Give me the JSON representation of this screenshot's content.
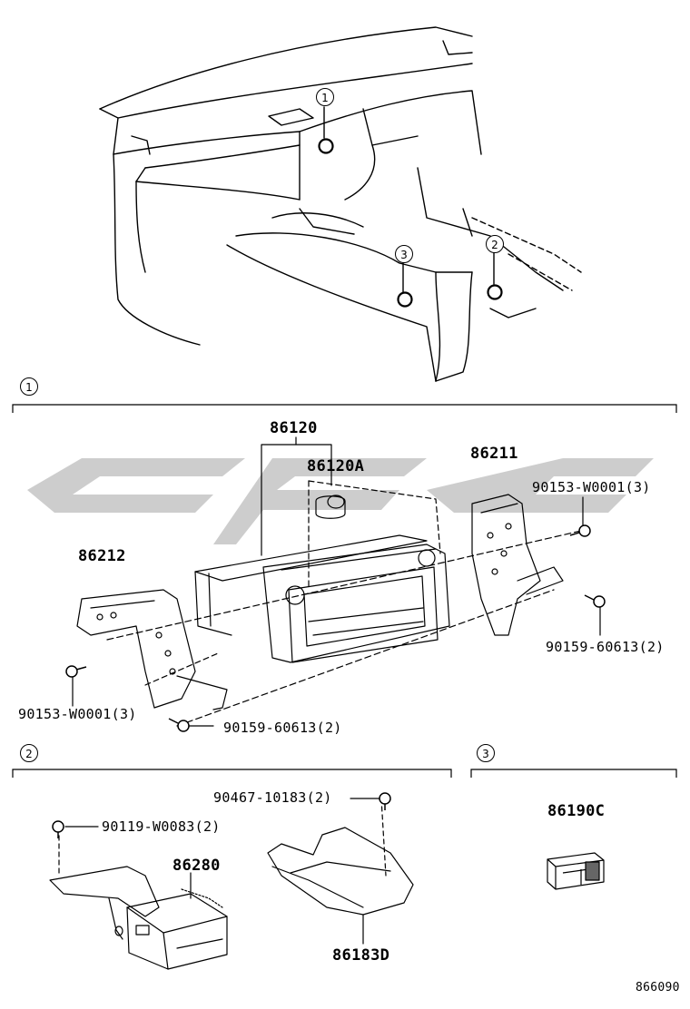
{
  "colors": {
    "watermark": "#c8c8c8",
    "line": "#000000",
    "background": "#ffffff"
  },
  "overview": {
    "callouts": [
      "1",
      "2",
      "3"
    ]
  },
  "sections": {
    "s1": {
      "number": "1"
    },
    "s2": {
      "number": "2"
    },
    "s3": {
      "number": "3"
    }
  },
  "parts": {
    "p86120": "86120",
    "p86120A": "86120A",
    "p86211": "86211",
    "p86212": "86212",
    "p90153_right": "90153-W0001(3)",
    "p90159_right": "90159-60613(2)",
    "p90153_left": "90153-W0001(3)",
    "p90159_left": "90159-60613(2)",
    "p90467": "90467-10183(2)",
    "p90119": "90119-W0083(2)",
    "p86280": "86280",
    "p86183D": "86183D",
    "p86190C": "86190C"
  },
  "footer": {
    "code": "866090"
  },
  "icons": {
    "callout": "circled-number-icon",
    "bolt": "bolt-icon",
    "screw": "screw-icon"
  }
}
